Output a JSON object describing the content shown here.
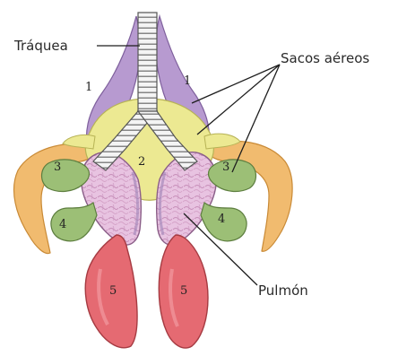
{
  "labels": {
    "trachea": "Tráquea",
    "air_sacs": "Sacos aéreos",
    "lung": "Pulmón"
  },
  "numbers": {
    "cervical": "1",
    "interclavicular": "2",
    "thoracic": "3",
    "abdominal_upper": "4",
    "abdominal_lower": "5"
  },
  "colors": {
    "cervical_sac": "#b79ad0",
    "interclavicular_sac": "#ece992",
    "side_sac": "#f1bb6f",
    "thoracic_sac": "#9cbf76",
    "lung": "#e8c3e1",
    "abdominal_sac": "#e56a72",
    "trachea": "#f2f2f2"
  }
}
